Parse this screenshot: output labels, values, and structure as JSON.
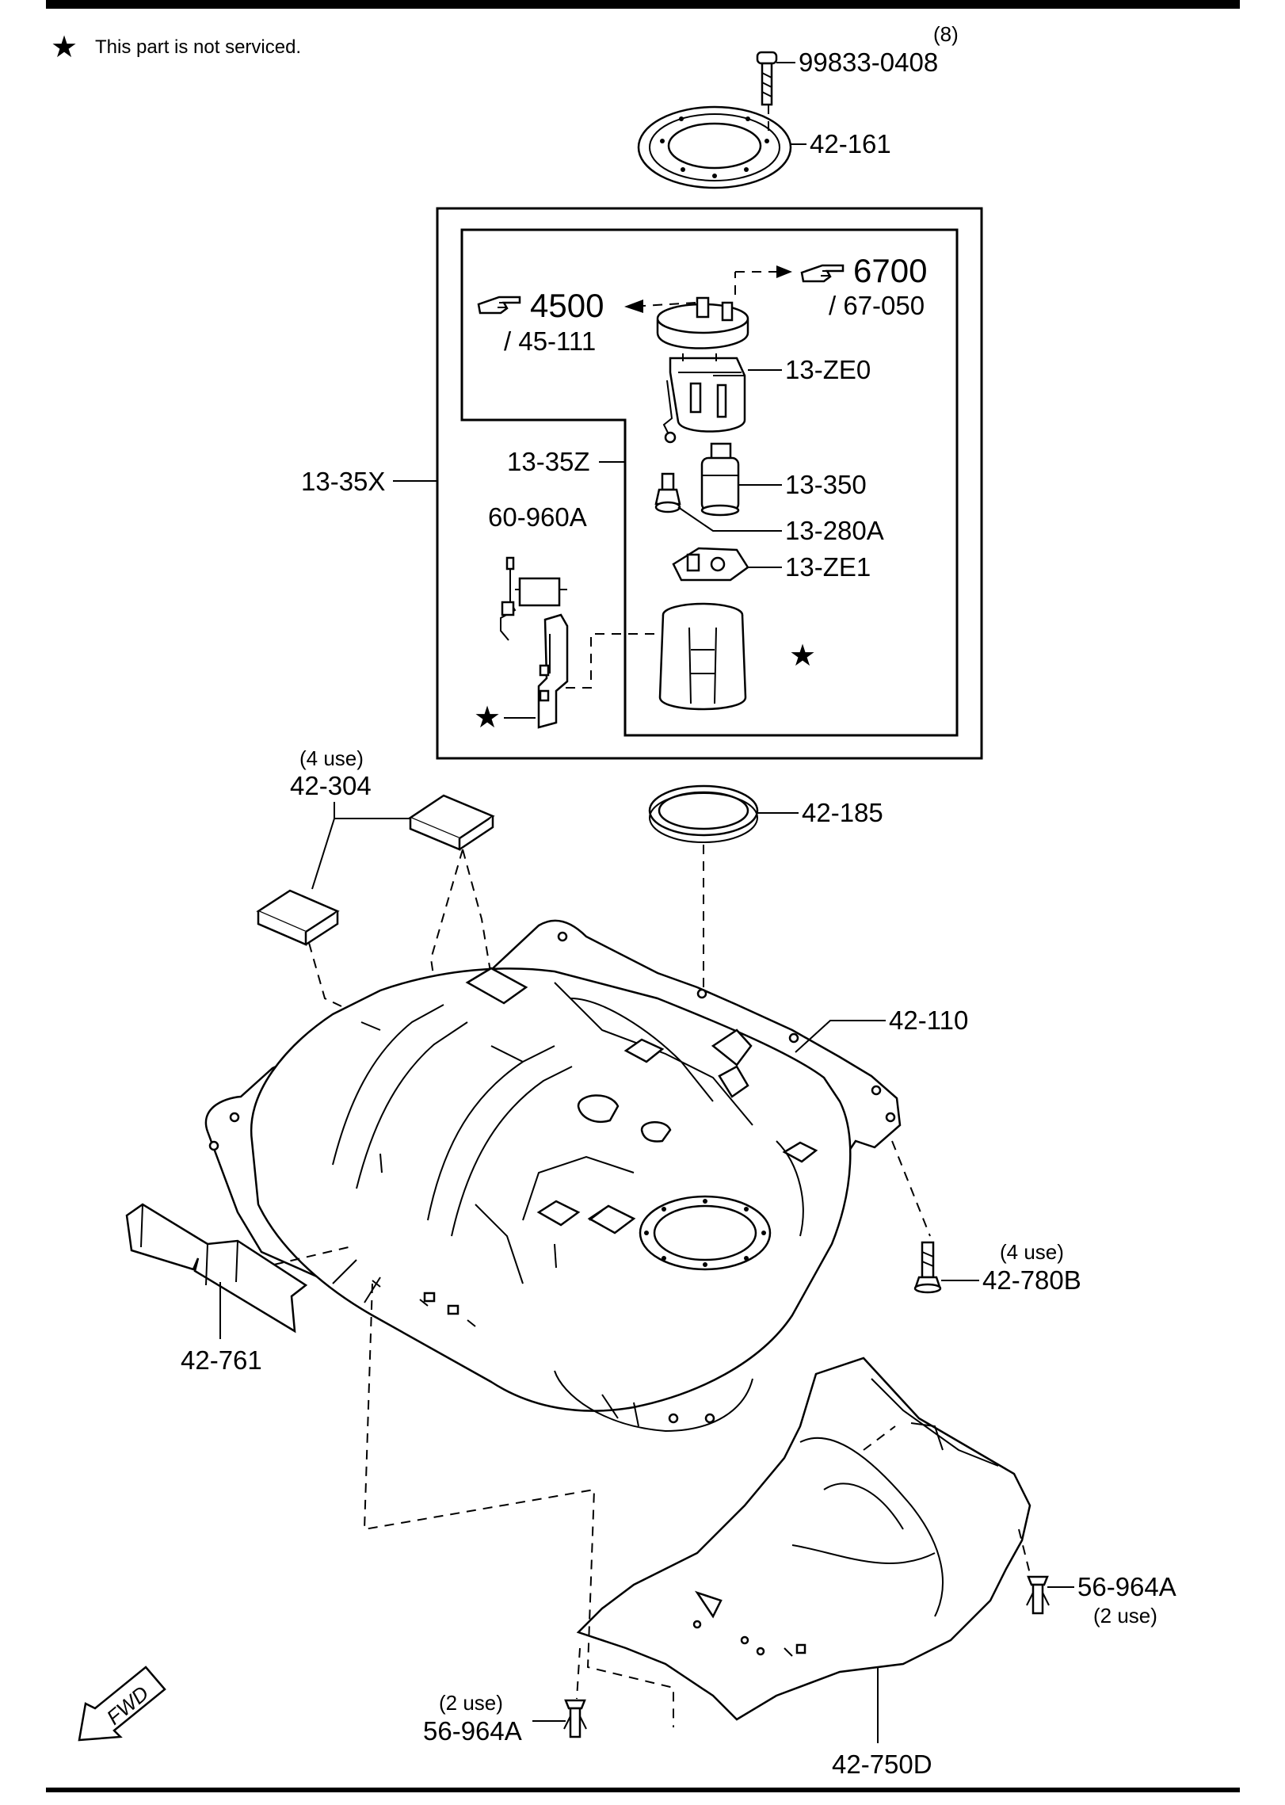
{
  "notice": {
    "star": "★",
    "text": "This part is not serviced."
  },
  "fwd_label": "FWD",
  "references": [
    {
      "id": "ref-4500",
      "number": "4500",
      "sub": "/ 45-111"
    },
    {
      "id": "ref-6700",
      "number": "6700",
      "sub": "/ 67-050"
    }
  ],
  "parts": {
    "p99833": {
      "code": "99833-0408",
      "qty": "(8)"
    },
    "p42161": {
      "code": "42-161"
    },
    "p13ze0": {
      "code": "13-ZE0"
    },
    "p1335z": {
      "code": "13-35Z"
    },
    "p1335x": {
      "code": "13-35X"
    },
    "p13350": {
      "code": "13-350"
    },
    "p60960a": {
      "code": "60-960A"
    },
    "p13280a": {
      "code": "13-280A"
    },
    "p13ze1": {
      "code": "13-ZE1"
    },
    "p42304": {
      "code": "42-304",
      "qty": "(4 use)"
    },
    "p42185": {
      "code": "42-185"
    },
    "p42110": {
      "code": "42-110"
    },
    "p42780b": {
      "code": "42-780B",
      "qty": "(4 use)"
    },
    "p42761": {
      "code": "42-761"
    },
    "p56964a_r": {
      "code": "56-964A",
      "qty": "(2 use)"
    },
    "p56964a_b": {
      "code": "56-964A",
      "qty": "(2 use)"
    },
    "p42750d": {
      "code": "42-750D"
    }
  }
}
